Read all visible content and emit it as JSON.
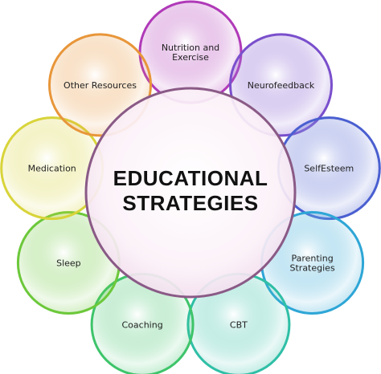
{
  "diagram": {
    "center": {
      "title_line1": "EDUCATIONAL",
      "title_line2": "STRATEGIES"
    },
    "petals": [
      {
        "label_lines": [
          "Nutrition and",
          "Exercise"
        ],
        "color": "#b03ab8"
      },
      {
        "label_lines": [
          "Neurofeedback"
        ],
        "color": "#7a4fcc"
      },
      {
        "label_lines": [
          "SelfEsteem"
        ],
        "color": "#4a5fd0"
      },
      {
        "label_lines": [
          "Parenting",
          "Strategies"
        ],
        "color": "#2ea6d6"
      },
      {
        "label_lines": [
          "CBT"
        ],
        "color": "#2fbfa6"
      },
      {
        "label_lines": [
          "Coaching"
        ],
        "color": "#3ec46a"
      },
      {
        "label_lines": [
          "Sleep"
        ],
        "color": "#6cc83a"
      },
      {
        "label_lines": [
          "Medication"
        ],
        "color": "#d8d43a"
      },
      {
        "label_lines": [
          "Other Resources"
        ],
        "color": "#e8963a"
      }
    ],
    "colors": {
      "center_fill": "#f9eef6",
      "center_stroke": "#8a5a86"
    }
  }
}
